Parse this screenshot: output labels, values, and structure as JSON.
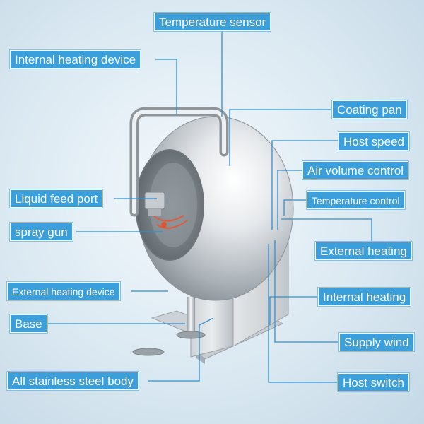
{
  "labels": {
    "temperature_sensor": "Temperature sensor",
    "internal_heating_device": "Internal heating device",
    "coating_pan": "Coating pan",
    "host_speed": "Host speed",
    "air_volume_control": "Air volume control",
    "temperature_control": "Temperature control",
    "liquid_feed_port": "Liquid feed port",
    "spray_gun": "spray gun",
    "external_heating": "External heating",
    "external_heating_device": "External heating device",
    "internal_heating": "Internal heating",
    "base": "Base",
    "supply_wind": "Supply wind",
    "all_stainless_steel_body": "All stainless steel body",
    "host_switch": "Host switch"
  },
  "colors": {
    "label_bg": "#3b9fdc",
    "label_text": "#ffffff",
    "leader_line": "#2f8fd0",
    "background": "#dbe9f2"
  }
}
